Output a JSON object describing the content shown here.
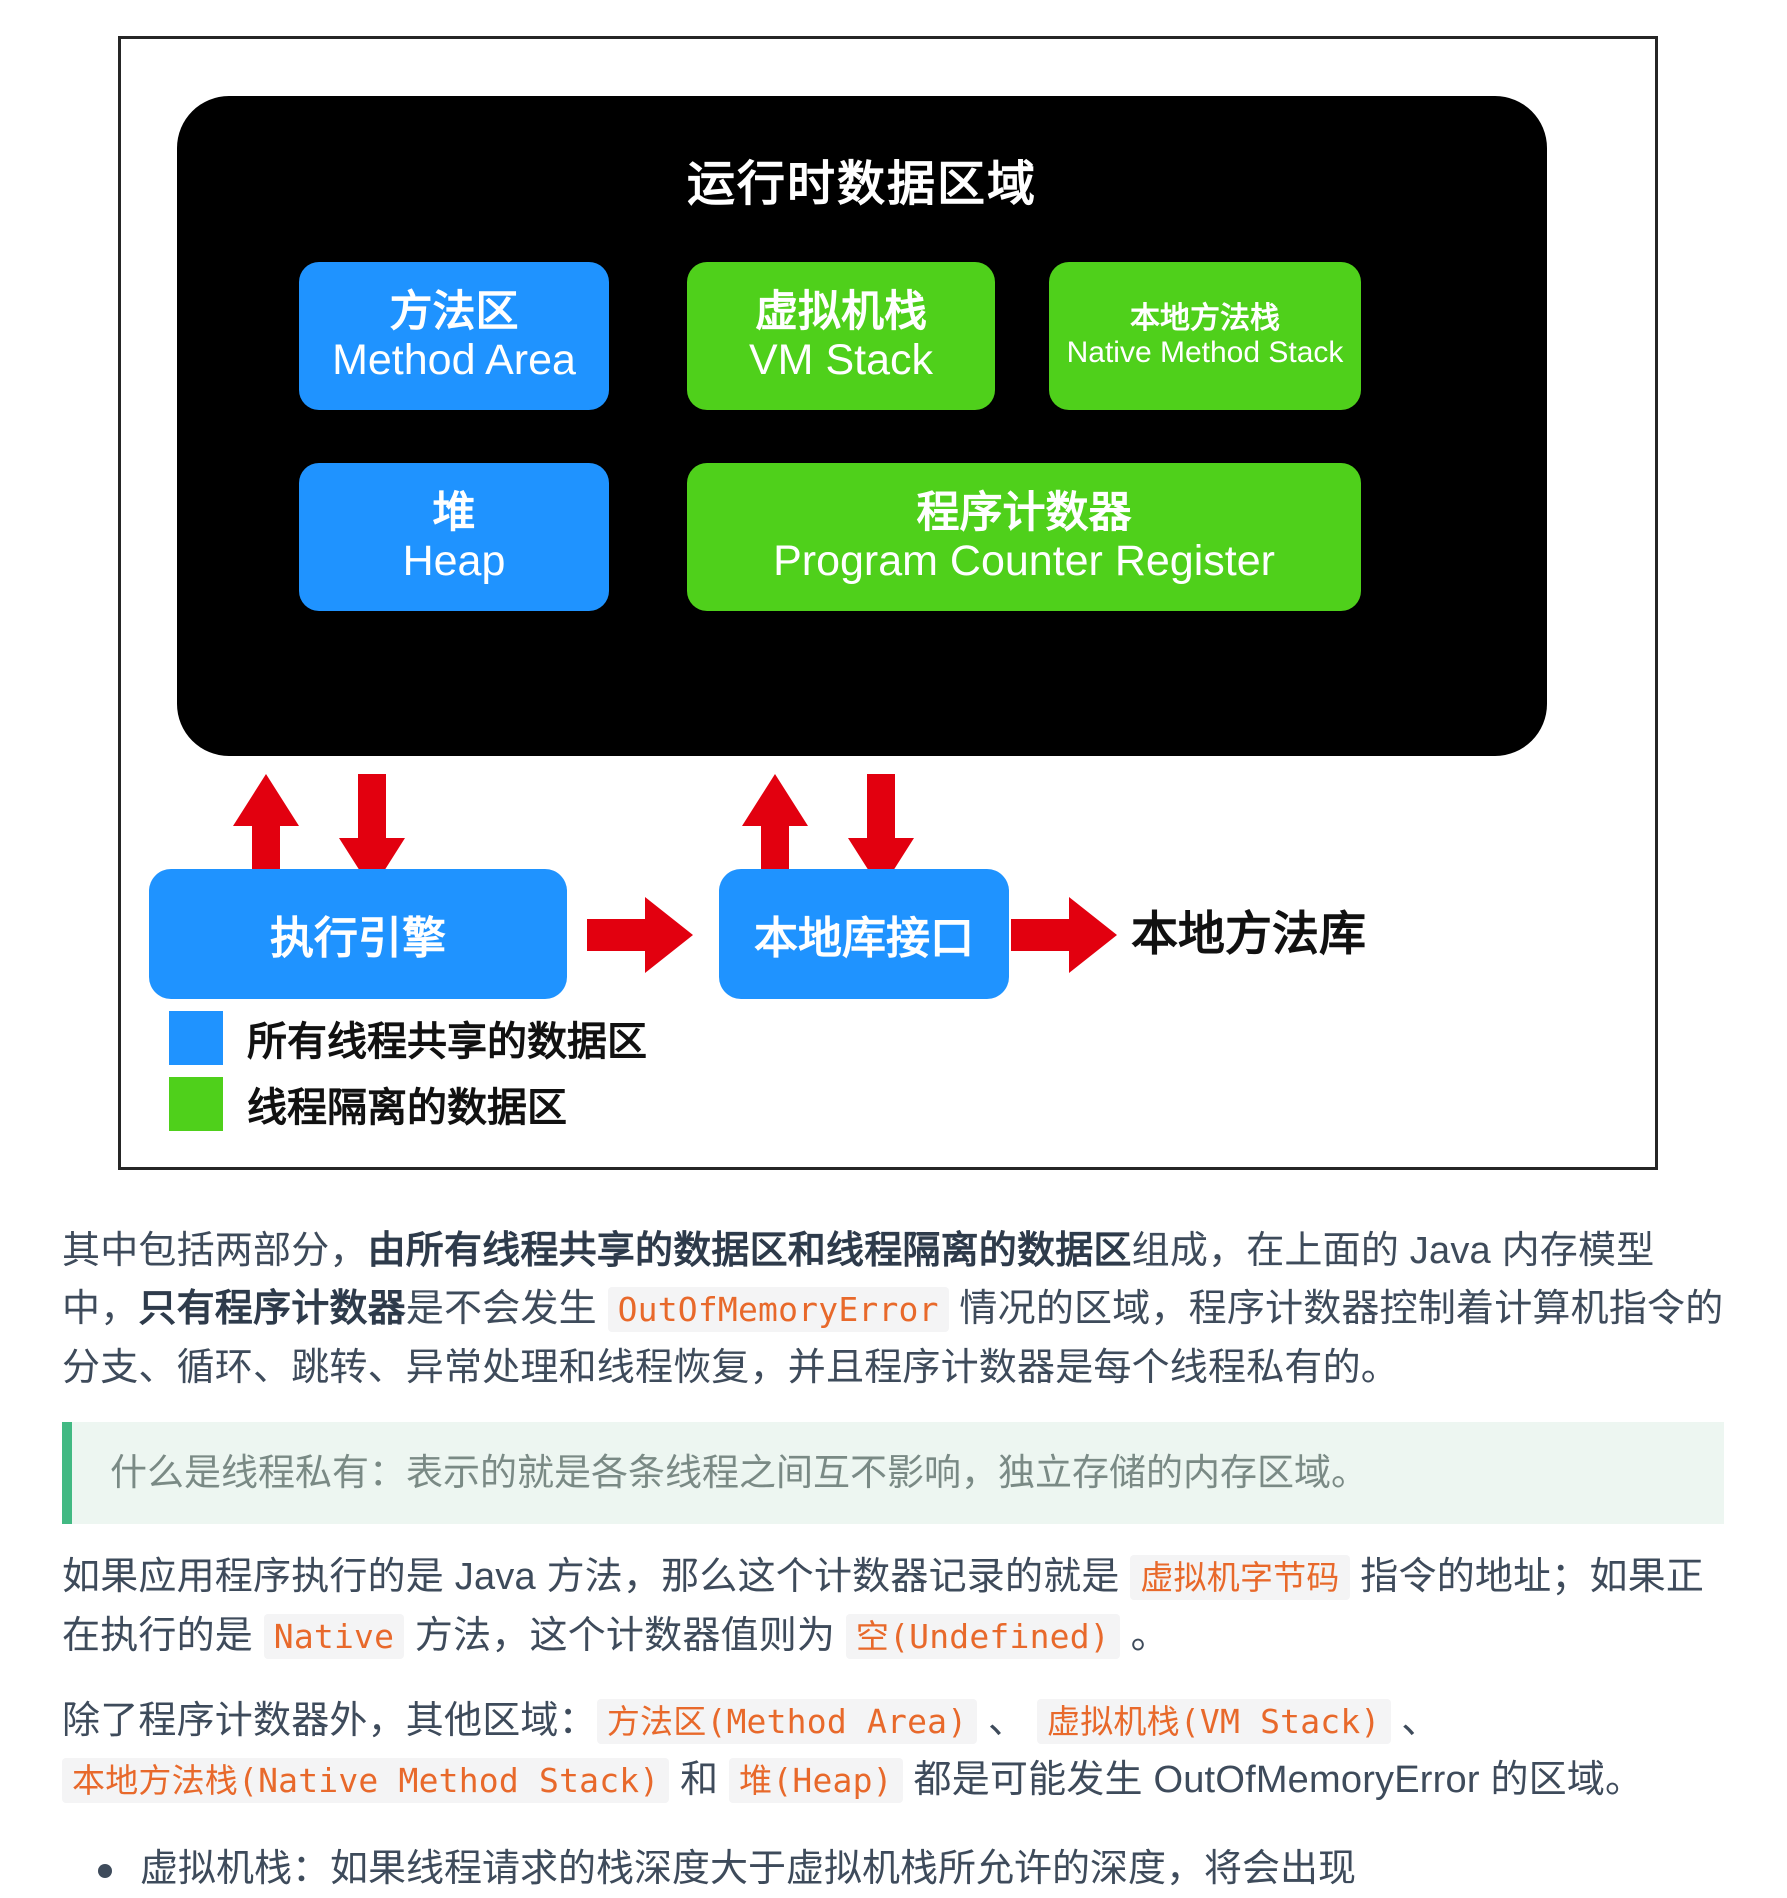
{
  "figure": {
    "runtime_panel": {
      "title": "运行时数据区域",
      "boxes": [
        {
          "id": "method-area",
          "cn": "方法区",
          "en": "Method Area",
          "color": "#1f93ff"
        },
        {
          "id": "vm-stack",
          "cn": "虚拟机栈",
          "en": "VM Stack",
          "color": "#4fd01b"
        },
        {
          "id": "native-stack",
          "cn": "本地方法栈",
          "en": "Native Method Stack",
          "color": "#4fd01b"
        },
        {
          "id": "heap",
          "cn": "堆",
          "en": "Heap",
          "color": "#1f93ff"
        },
        {
          "id": "pc-register",
          "cn": "程序计数器",
          "en": "Program Counter Register",
          "color": "#4fd01b"
        }
      ]
    },
    "bottom": {
      "exec_engine": "执行引擎",
      "native_interface": "本地库接口",
      "native_library": "本地方法库"
    },
    "legend": [
      {
        "color": "#1f93ff",
        "label": "所有线程共享的数据区"
      },
      {
        "color": "#4fd01b",
        "label": "线程隔离的数据区"
      }
    ],
    "arrow_color": "#e2000f"
  },
  "content": {
    "para1": {
      "t1": "其中包括两部分，",
      "b1": "由所有线程共享的数据区和线程隔离的数据区",
      "t2": "组成，在上面的 Java 内存模型中，",
      "b2": "只有程序计数器",
      "t3": "是不会发生 ",
      "code1": "OutOfMemoryError",
      "t4": " 情况的区域，程序计数器控制着计算机指令的分支、循环、跳转、异常处理和线程恢复，并且程序计数器是每个线程私有的。"
    },
    "callout": "什么是线程私有：表示的就是各条线程之间互不影响，独立存储的内存区域。",
    "para3": {
      "t1": "如果应用程序执行的是 Java 方法，那么这个计数器记录的就是 ",
      "code1": "虚拟机字节码",
      "t2": " 指令的地址；如果正在执行的是 ",
      "code2": "Native",
      "t3": " 方法，这个计数器值则为 ",
      "code3": "空(Undefined)",
      "t4": " 。"
    },
    "para4": {
      "t1": "除了程序计数器外，其他区域：",
      "code1": "方法区(Method Area)",
      "t2": " 、 ",
      "code2": "虚拟机栈(VM Stack)",
      "t3": " 、 ",
      "code3": "本地方法栈(Native Method Stack)",
      "t4": " 和 ",
      "code4": "堆(Heap)",
      "t5": " 都是可能发生 OutOfMemoryError 的区域。"
    },
    "bullets": [
      "虚拟机栈：如果线程请求的栈深度大于虚拟机栈所允许的深度，将会出现"
    ]
  }
}
